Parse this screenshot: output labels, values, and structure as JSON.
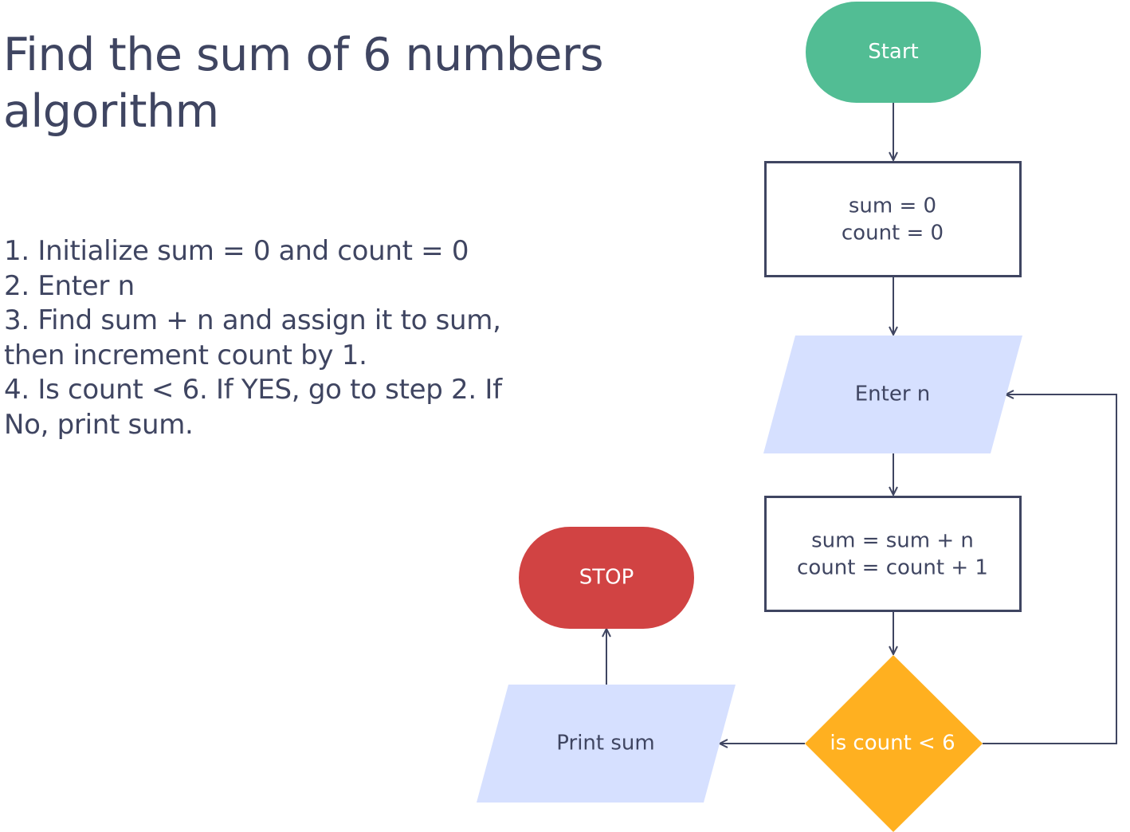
{
  "title": "Find the sum of 6 numbers algorithm",
  "steps": [
    "1. Initialize sum = 0 and count = 0",
    "2. Enter n",
    "3. Find sum + n and assign it to sum, then increment count by 1.",
    "4. Is count < 6. If YES, go to step 2. If No, print sum."
  ],
  "flowchart": {
    "start": "Start",
    "init_line1": "sum = 0",
    "init_line2": "count = 0",
    "input": "Enter n",
    "process_line1": "sum = sum + n",
    "process_line2": "count = count + 1",
    "decision": "is count < 6",
    "output": "Print sum",
    "stop": "STOP"
  },
  "colors": {
    "start": "#52bd94",
    "stop": "#d14343",
    "decision": "#ffb020",
    "io": "#d6e0ff",
    "stroke": "#3f4561",
    "text": "#3f4561"
  }
}
